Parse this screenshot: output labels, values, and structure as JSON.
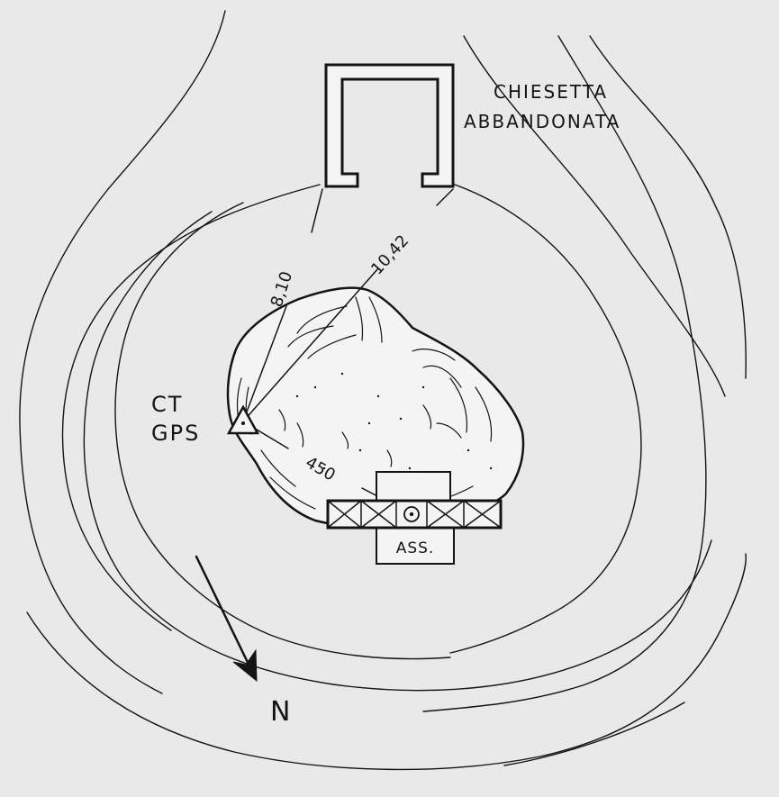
{
  "church_label": {
    "line1": "CHIESETTA",
    "line2": "ABBANDONATA"
  },
  "station_label": {
    "line1": "CT",
    "line2": "GPS"
  },
  "distances": {
    "d1": "8,10",
    "d2": "10,42",
    "d3": "450"
  },
  "pier_label": "ASS.",
  "north_label": "N",
  "colors": {
    "paper": "#e9e9e9",
    "ink": "#141414",
    "boulder": "#f4f4f4"
  }
}
